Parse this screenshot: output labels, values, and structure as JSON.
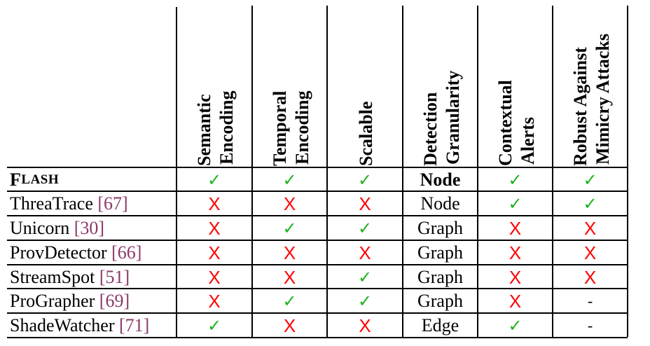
{
  "columns": [
    {
      "line1": "Semantic",
      "line2": "Encoding"
    },
    {
      "line1": "Temporal",
      "line2": "Encoding"
    },
    {
      "line1": "Scalable",
      "line2": ""
    },
    {
      "line1": "Detection",
      "line2": "Granularity"
    },
    {
      "line1": "Contextual",
      "line2": "Alerts"
    },
    {
      "line1": "Robust  Against",
      "line2": "Mimicry Attacks"
    }
  ],
  "rows": [
    {
      "name_first": "F",
      "name_rest": "LASH",
      "ref": "",
      "bold": true,
      "cells": [
        "check",
        "check",
        "check",
        "Node",
        "check",
        "check"
      ]
    },
    {
      "name": "ThreaTrace ",
      "ref": "[67]",
      "cells": [
        "cross",
        "cross",
        "cross",
        "Node",
        "check",
        "check"
      ]
    },
    {
      "name": "Unicorn ",
      "ref": "[30]",
      "cells": [
        "cross",
        "check",
        "check",
        "Graph",
        "cross",
        "cross"
      ]
    },
    {
      "name": "ProvDetector ",
      "ref": "[66]",
      "cells": [
        "cross",
        "cross",
        "cross",
        "Graph",
        "cross",
        "cross"
      ]
    },
    {
      "name": "StreamSpot ",
      "ref": "[51]",
      "cells": [
        "cross",
        "cross",
        "check",
        "Graph",
        "cross",
        "cross"
      ]
    },
    {
      "name": "ProGrapher ",
      "ref": "[69]",
      "cells": [
        "cross",
        "check",
        "check",
        "Graph",
        "cross",
        "-"
      ]
    },
    {
      "name": "ShadeWatcher ",
      "ref": "[71]",
      "cells": [
        "check",
        "cross",
        "cross",
        "Edge",
        "check",
        "-"
      ]
    }
  ],
  "symbols": {
    "check": "✓",
    "cross": "X",
    "dash": "-"
  },
  "colors": {
    "check": "#1db31d",
    "cross": "#ff0000",
    "ref": "#8a3a6a"
  }
}
